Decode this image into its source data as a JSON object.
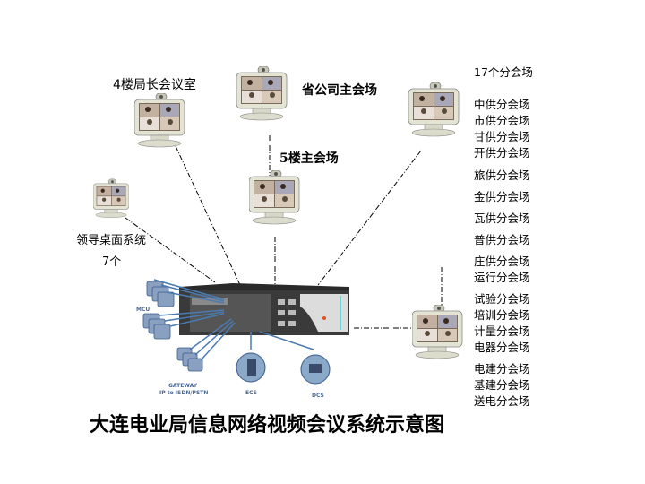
{
  "diagram": {
    "title": "大连电业局信息网络视频会议系统示意图",
    "nodes": {
      "floor4_meeting_room": "4楼局长会议室",
      "province_main_venue": "省公司主会场",
      "floor5_main_venue": "5楼主会场",
      "leader_desktop": "领导桌面系统",
      "leader_desktop_count": "7个"
    },
    "branch_header": "17个分会场",
    "branch_venues": [
      "中供分会场",
      "市供分会场",
      "甘供分会场",
      "开供分会场",
      "旅供分会场",
      "金供分会场",
      "瓦供分会场",
      "普供分会场",
      "庄供分会场",
      "运行分会场",
      "试验分会场",
      "培训分会场",
      "计量分会场",
      "电器分会场",
      "电建分会场",
      "基建分会场",
      "送电分会场"
    ],
    "hardware": {
      "mcu": "MCU",
      "gateway_line1": "GATEWAY",
      "gateway_line2": "IP to ISDN/PSTN",
      "ecs": "ECS",
      "dcs": "DCS"
    },
    "icons": {
      "terminal": "video-terminal-icon",
      "server": "mcu-server-icon"
    }
  }
}
